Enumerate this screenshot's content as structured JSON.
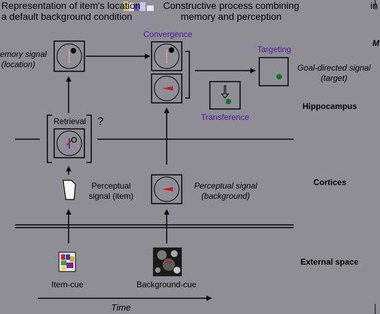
{
  "header": {
    "left_line1": "Representation of item's location",
    "left_line2": "a default background condition",
    "center_line1": "Constructive process combining",
    "center_line2": "memory and perception",
    "right_cut": "in"
  },
  "left_memory": {
    "line1": "emory signal",
    "line2": "(location)"
  },
  "right_edge_letter": "M",
  "convergence": "Convergence",
  "targeting": "Targeting",
  "goal": {
    "line1": "Goal-directed signal",
    "line2": "(target)"
  },
  "transference": "Transference",
  "retrieval": "Retrieval",
  "question_mark": "?",
  "perceptual_item": {
    "line1": "Perceptual",
    "line2": "signal (item)"
  },
  "perceptual_background": {
    "line1": "Perceptual signal",
    "line2": "(background)"
  },
  "levels": {
    "hippocampus": "Hippocampus",
    "cortices": "Cortices",
    "external": "External space"
  },
  "item_cue": "Item-cue",
  "background_cue": "Background-cue",
  "time": "Time",
  "colors": {
    "background": "#8f8d95",
    "purple": "#4b1a8f",
    "target_dot": "#1a6e2a",
    "arrow_red": "#c0201a"
  }
}
